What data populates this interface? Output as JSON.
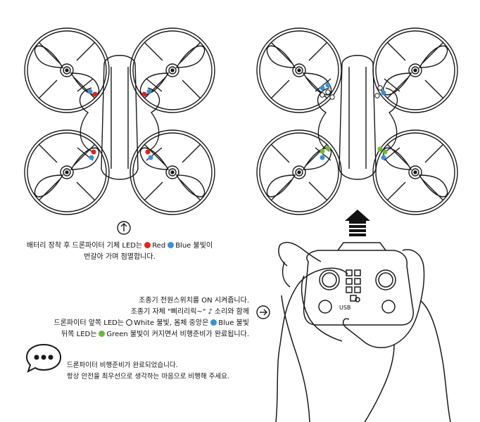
{
  "colors": {
    "red": "#e0231b",
    "blue": "#3b8fd6",
    "green": "#6fb83c",
    "line": "#1a1a1a"
  },
  "icons": [
    "arrow-up-circle-icon",
    "arrow-right-circle-icon",
    "chat-bubble-icon"
  ],
  "step1": {
    "line1_pre": "배터리 장착 후 드론파이터 기체 LED는",
    "red_label": "Red",
    "blue_label": "Blue 불빛이",
    "line2": "번갈아 가며 점멸합니다."
  },
  "step2": {
    "line1": "조종기 전원스위치를 ON 시켜줍니다.",
    "line2_pre": "조종기 자체  \"삐리리릭~\"",
    "line2_post": "소리와 함께",
    "line3_pre": "드론파이터 앞쪽 LED는",
    "white_label": "White 불빛, 몸체 중앙은",
    "blue_label": "Blue 불빛",
    "line4_pre": "뒤쪽 LED는",
    "green_label": "Green 불빛이 커지면서 비행준비가 완료됩니다."
  },
  "note": {
    "line1": "드론파이터 비행준비가 완료되었습니다.",
    "line2": "항상 안전을 최우선으로 생각하는 마음으로 비행해 주세요."
  },
  "controller": {
    "usb_label": "USB"
  }
}
